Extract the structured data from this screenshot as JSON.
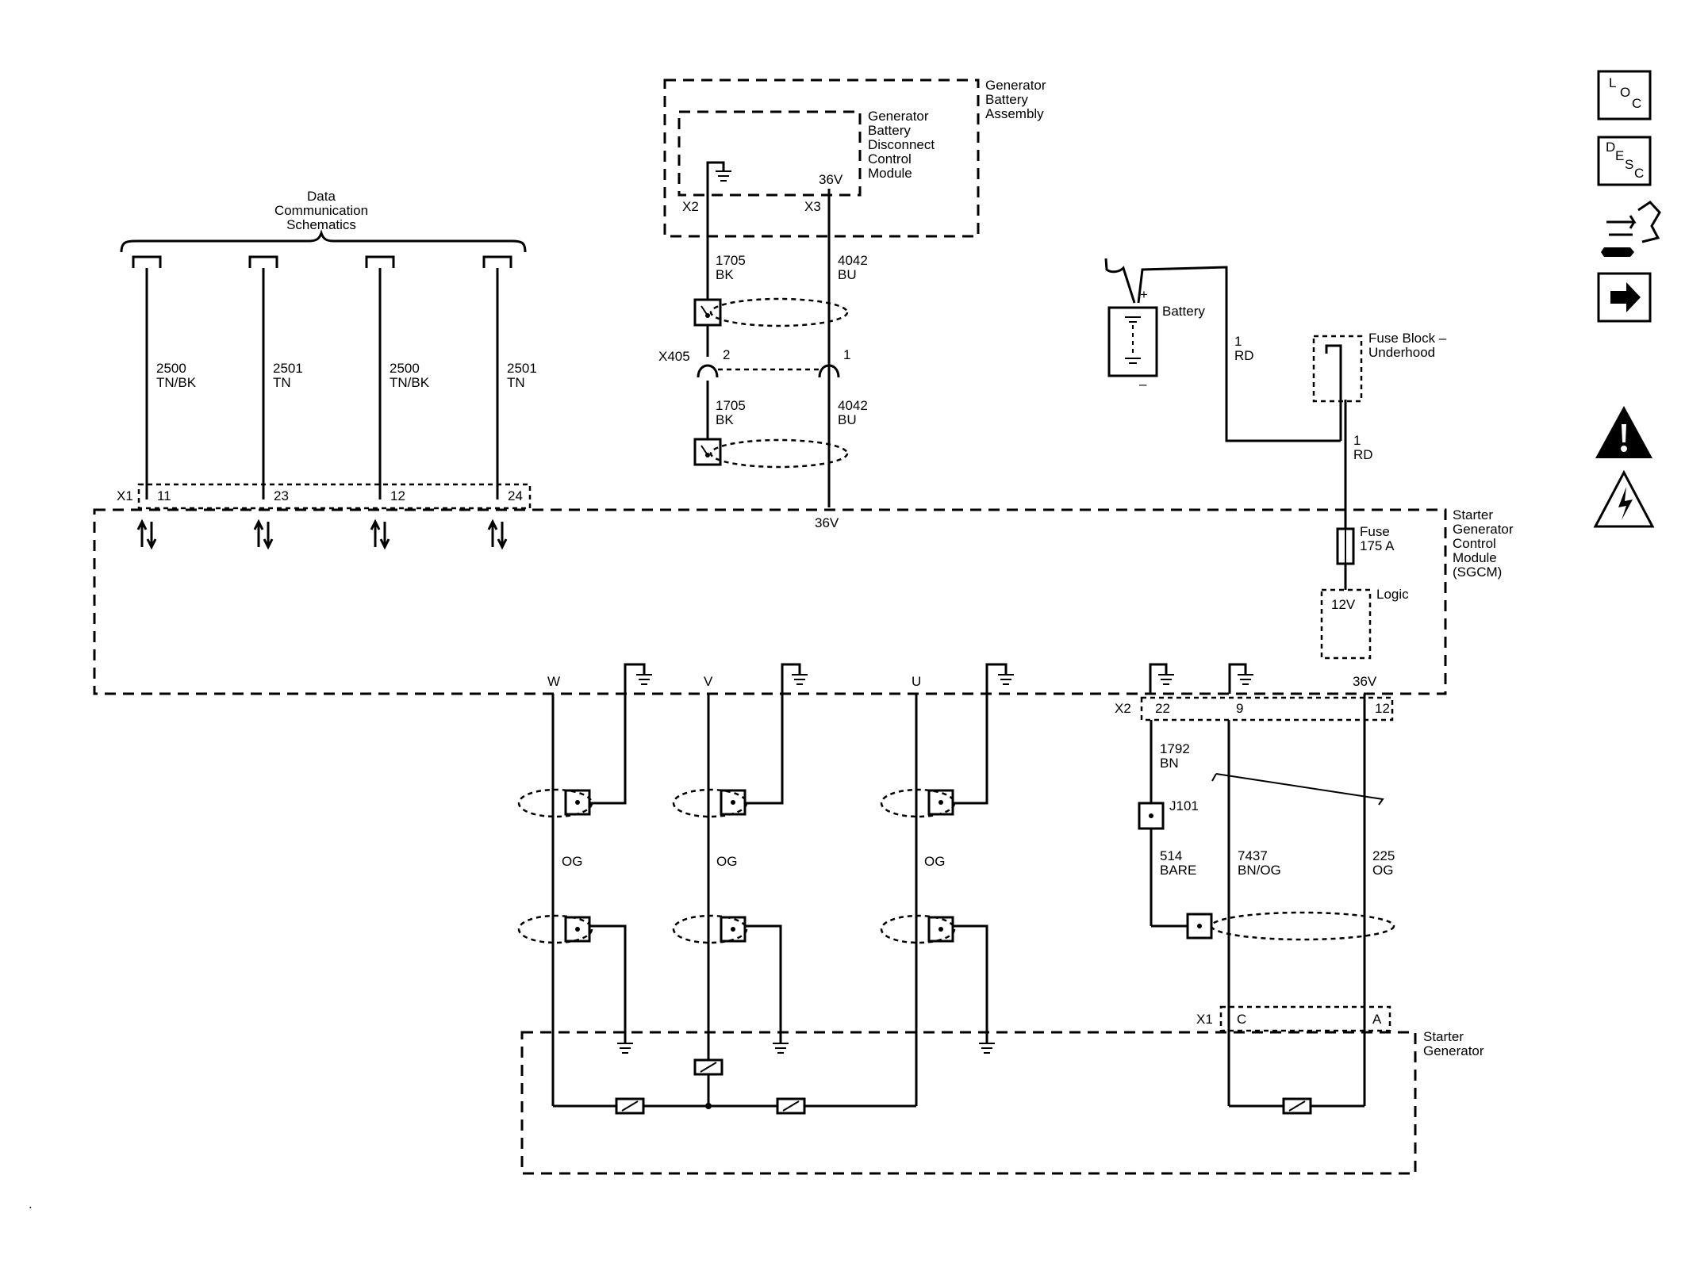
{
  "labels": {
    "data_comm": [
      "Data",
      "Communication",
      "Schematics"
    ],
    "gen_batt_assembly": [
      "Generator",
      "Battery",
      "Assembly"
    ],
    "gen_batt_module": [
      "Generator",
      "Battery",
      "Disconnect",
      "Control",
      "Module"
    ],
    "battery": "Battery",
    "fuse_block": [
      "Fuse Block –",
      "Underhood"
    ],
    "sgcm": [
      "Starter",
      "Generator",
      "Control",
      "Module",
      "(SGCM)"
    ],
    "fuse": [
      "Fuse",
      "175 A"
    ],
    "logic": "Logic",
    "twelve_v": "12V",
    "starter_generator": [
      "Starter",
      "Generator"
    ],
    "v36_top": "36V",
    "v36_mid": "36V",
    "v36_right": "36V",
    "x2_top": "X2",
    "x3_top": "X3",
    "x405": "X405",
    "x405_pin2": "2",
    "x405_pin1": "1",
    "x1_left": "X1",
    "x2_right": "X2",
    "x1_bottom": "X1",
    "j101": "J101",
    "pin_c": "C",
    "pin_a": "A",
    "phase_w": "W",
    "phase_v": "V",
    "phase_u": "U",
    "plus": "+",
    "minus": "–"
  },
  "data_pins": [
    "11",
    "23",
    "12",
    "24"
  ],
  "data_wires": [
    {
      "circuit": "2500",
      "color": "TN/BK"
    },
    {
      "circuit": "2501",
      "color": "TN"
    },
    {
      "circuit": "2500",
      "color": "TN/BK"
    },
    {
      "circuit": "2501",
      "color": "TN"
    }
  ],
  "wires": {
    "w1705_top": {
      "circuit": "1705",
      "color": "BK"
    },
    "w4042_top": {
      "circuit": "4042",
      "color": "BU"
    },
    "w1705_bot": {
      "circuit": "1705",
      "color": "BK"
    },
    "w4042_bot": {
      "circuit": "4042",
      "color": "BU"
    },
    "w1rd_a": {
      "circuit": "1",
      "color": "RD"
    },
    "w1rd_b": {
      "circuit": "1",
      "color": "RD"
    },
    "w1792": {
      "circuit": "1792",
      "color": "BN"
    },
    "w514": {
      "circuit": "514",
      "color": "BARE"
    },
    "w7437": {
      "circuit": "7437",
      "color": "BN/OG"
    },
    "w225": {
      "circuit": "225",
      "color": "OG"
    },
    "og_w": "OG",
    "og_v": "OG",
    "og_u": "OG"
  },
  "x2_pins": [
    "22",
    "9",
    "12"
  ],
  "side_icons": [
    {
      "name": "loc-icon",
      "letters": [
        "L",
        "O",
        "C"
      ]
    },
    {
      "name": "desc-icon",
      "letters": [
        "D",
        "E",
        "S",
        "C"
      ]
    },
    {
      "name": "connector-tool-icon"
    },
    {
      "name": "next-arrow-icon"
    },
    {
      "name": "caution-icon"
    },
    {
      "name": "high-voltage-icon"
    }
  ]
}
